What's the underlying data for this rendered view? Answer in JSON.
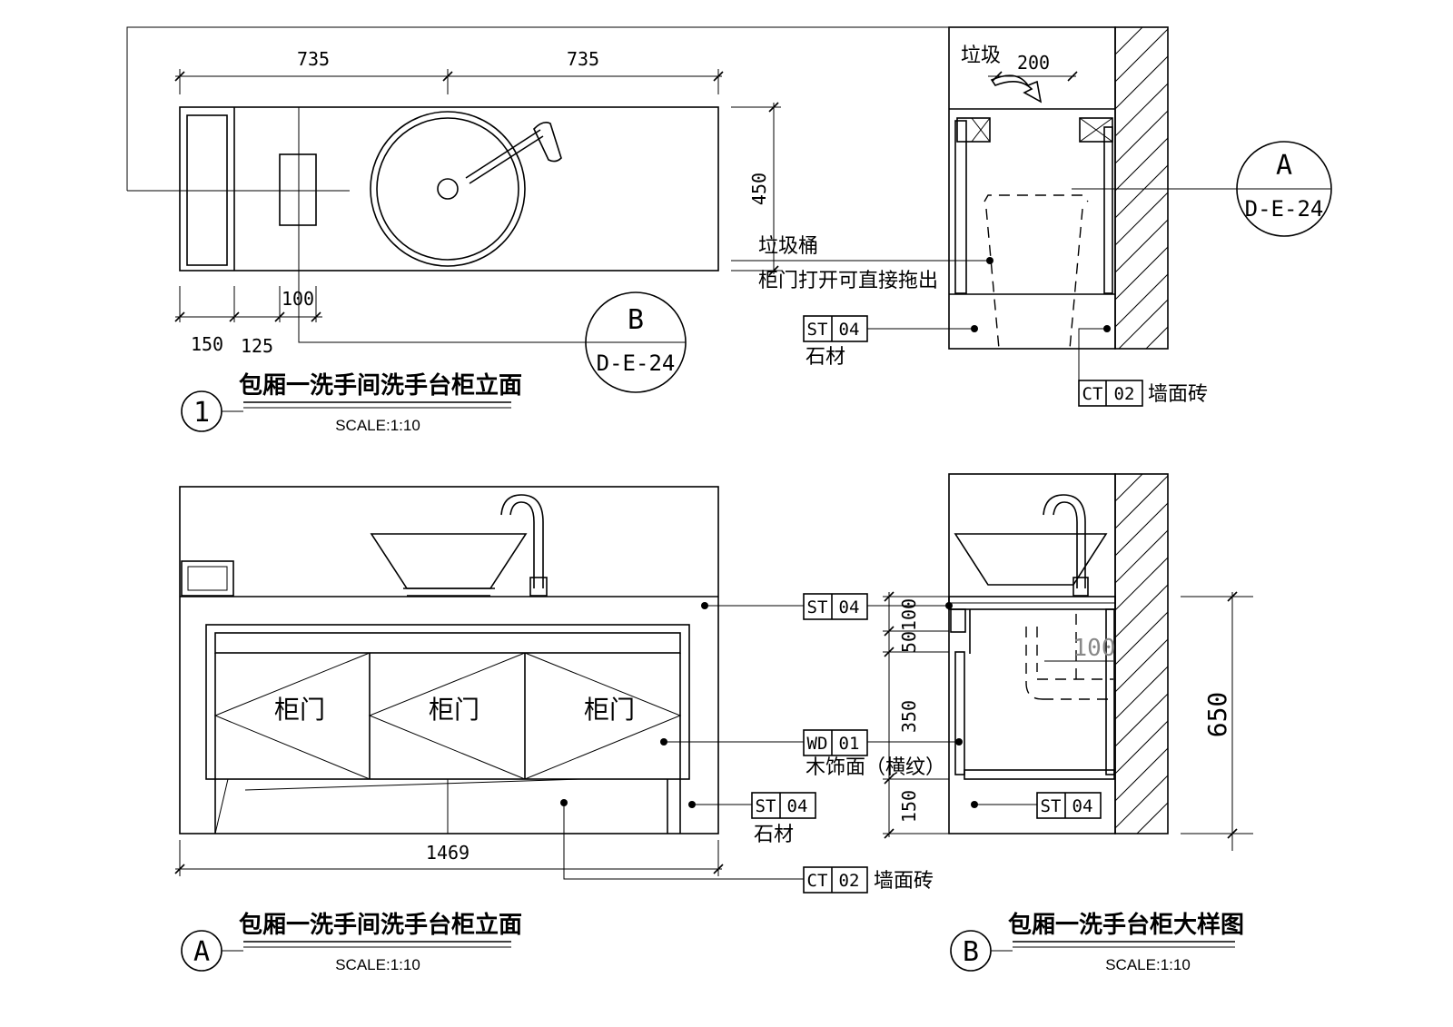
{
  "view1": {
    "title": "包厢一洗手间洗手台柜立面",
    "scale": "SCALE:1:10",
    "number": "1",
    "dims": {
      "d1": "735",
      "d2": "735",
      "d_h": "450",
      "d_150": "150",
      "d_125": "125",
      "d_100": "100"
    },
    "ref_b": {
      "letter": "B",
      "sheet": "D-E-24"
    }
  },
  "section_top": {
    "label_trash": "垃圾",
    "dim_200": "200",
    "note_line1": "垃圾桶",
    "note_line2": "柜门打开可直接拖出",
    "tag_st": {
      "code": "ST",
      "num": "04",
      "desc": "石材"
    },
    "tag_ct": {
      "code": "CT",
      "num": "02",
      "desc": "墙面砖"
    },
    "ref_a": {
      "letter": "A",
      "sheet": "D-E-24"
    }
  },
  "viewA": {
    "title": "包厢一洗手间洗手台柜立面",
    "scale": "SCALE:1:10",
    "letter": "A",
    "door1": "柜门",
    "door2": "柜门",
    "door3": "柜门",
    "dim_width": "1469",
    "tag_st_top": {
      "code": "ST",
      "num": "04"
    },
    "tag_wd": {
      "code": "WD",
      "num": "01",
      "desc": "木饰面（横纹）"
    },
    "tag_st_bottom": {
      "code": "ST",
      "num": "04",
      "desc": "石材"
    },
    "tag_ct": {
      "code": "CT",
      "num": "02",
      "desc": "墙面砖"
    }
  },
  "viewB": {
    "title": "包厢一洗手台柜大样图",
    "scale": "SCALE:1:10",
    "letter": "B",
    "dims": {
      "d100": "100",
      "d50": "50",
      "d350": "350",
      "d150": "150",
      "d650": "650",
      "d100b": "100"
    },
    "tag_st": {
      "code": "ST",
      "num": "04"
    }
  }
}
